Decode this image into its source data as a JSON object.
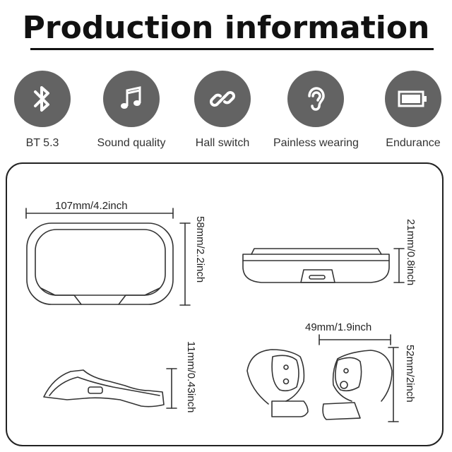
{
  "title": "Production information",
  "features": [
    {
      "icon": "bluetooth-icon",
      "label": "BT 5.3"
    },
    {
      "icon": "music-note-icon",
      "label": "Sound quality"
    },
    {
      "icon": "link-icon",
      "label": "Hall switch"
    },
    {
      "icon": "ear-icon",
      "label": "Painless wearing"
    },
    {
      "icon": "battery-icon",
      "label": "Endurance"
    }
  ],
  "dimensions": {
    "case_width": "107mm/4.2inch",
    "case_height": "58mm/2.2inch",
    "case_depth": "21mm/0.8inch",
    "earbud_thickness": "11mm/0.43inch",
    "earbud_width": "49mm/1.9inch",
    "earbud_height": "52mm/2inch"
  },
  "colors": {
    "icon_circle": "#636363",
    "line": "#333333"
  }
}
